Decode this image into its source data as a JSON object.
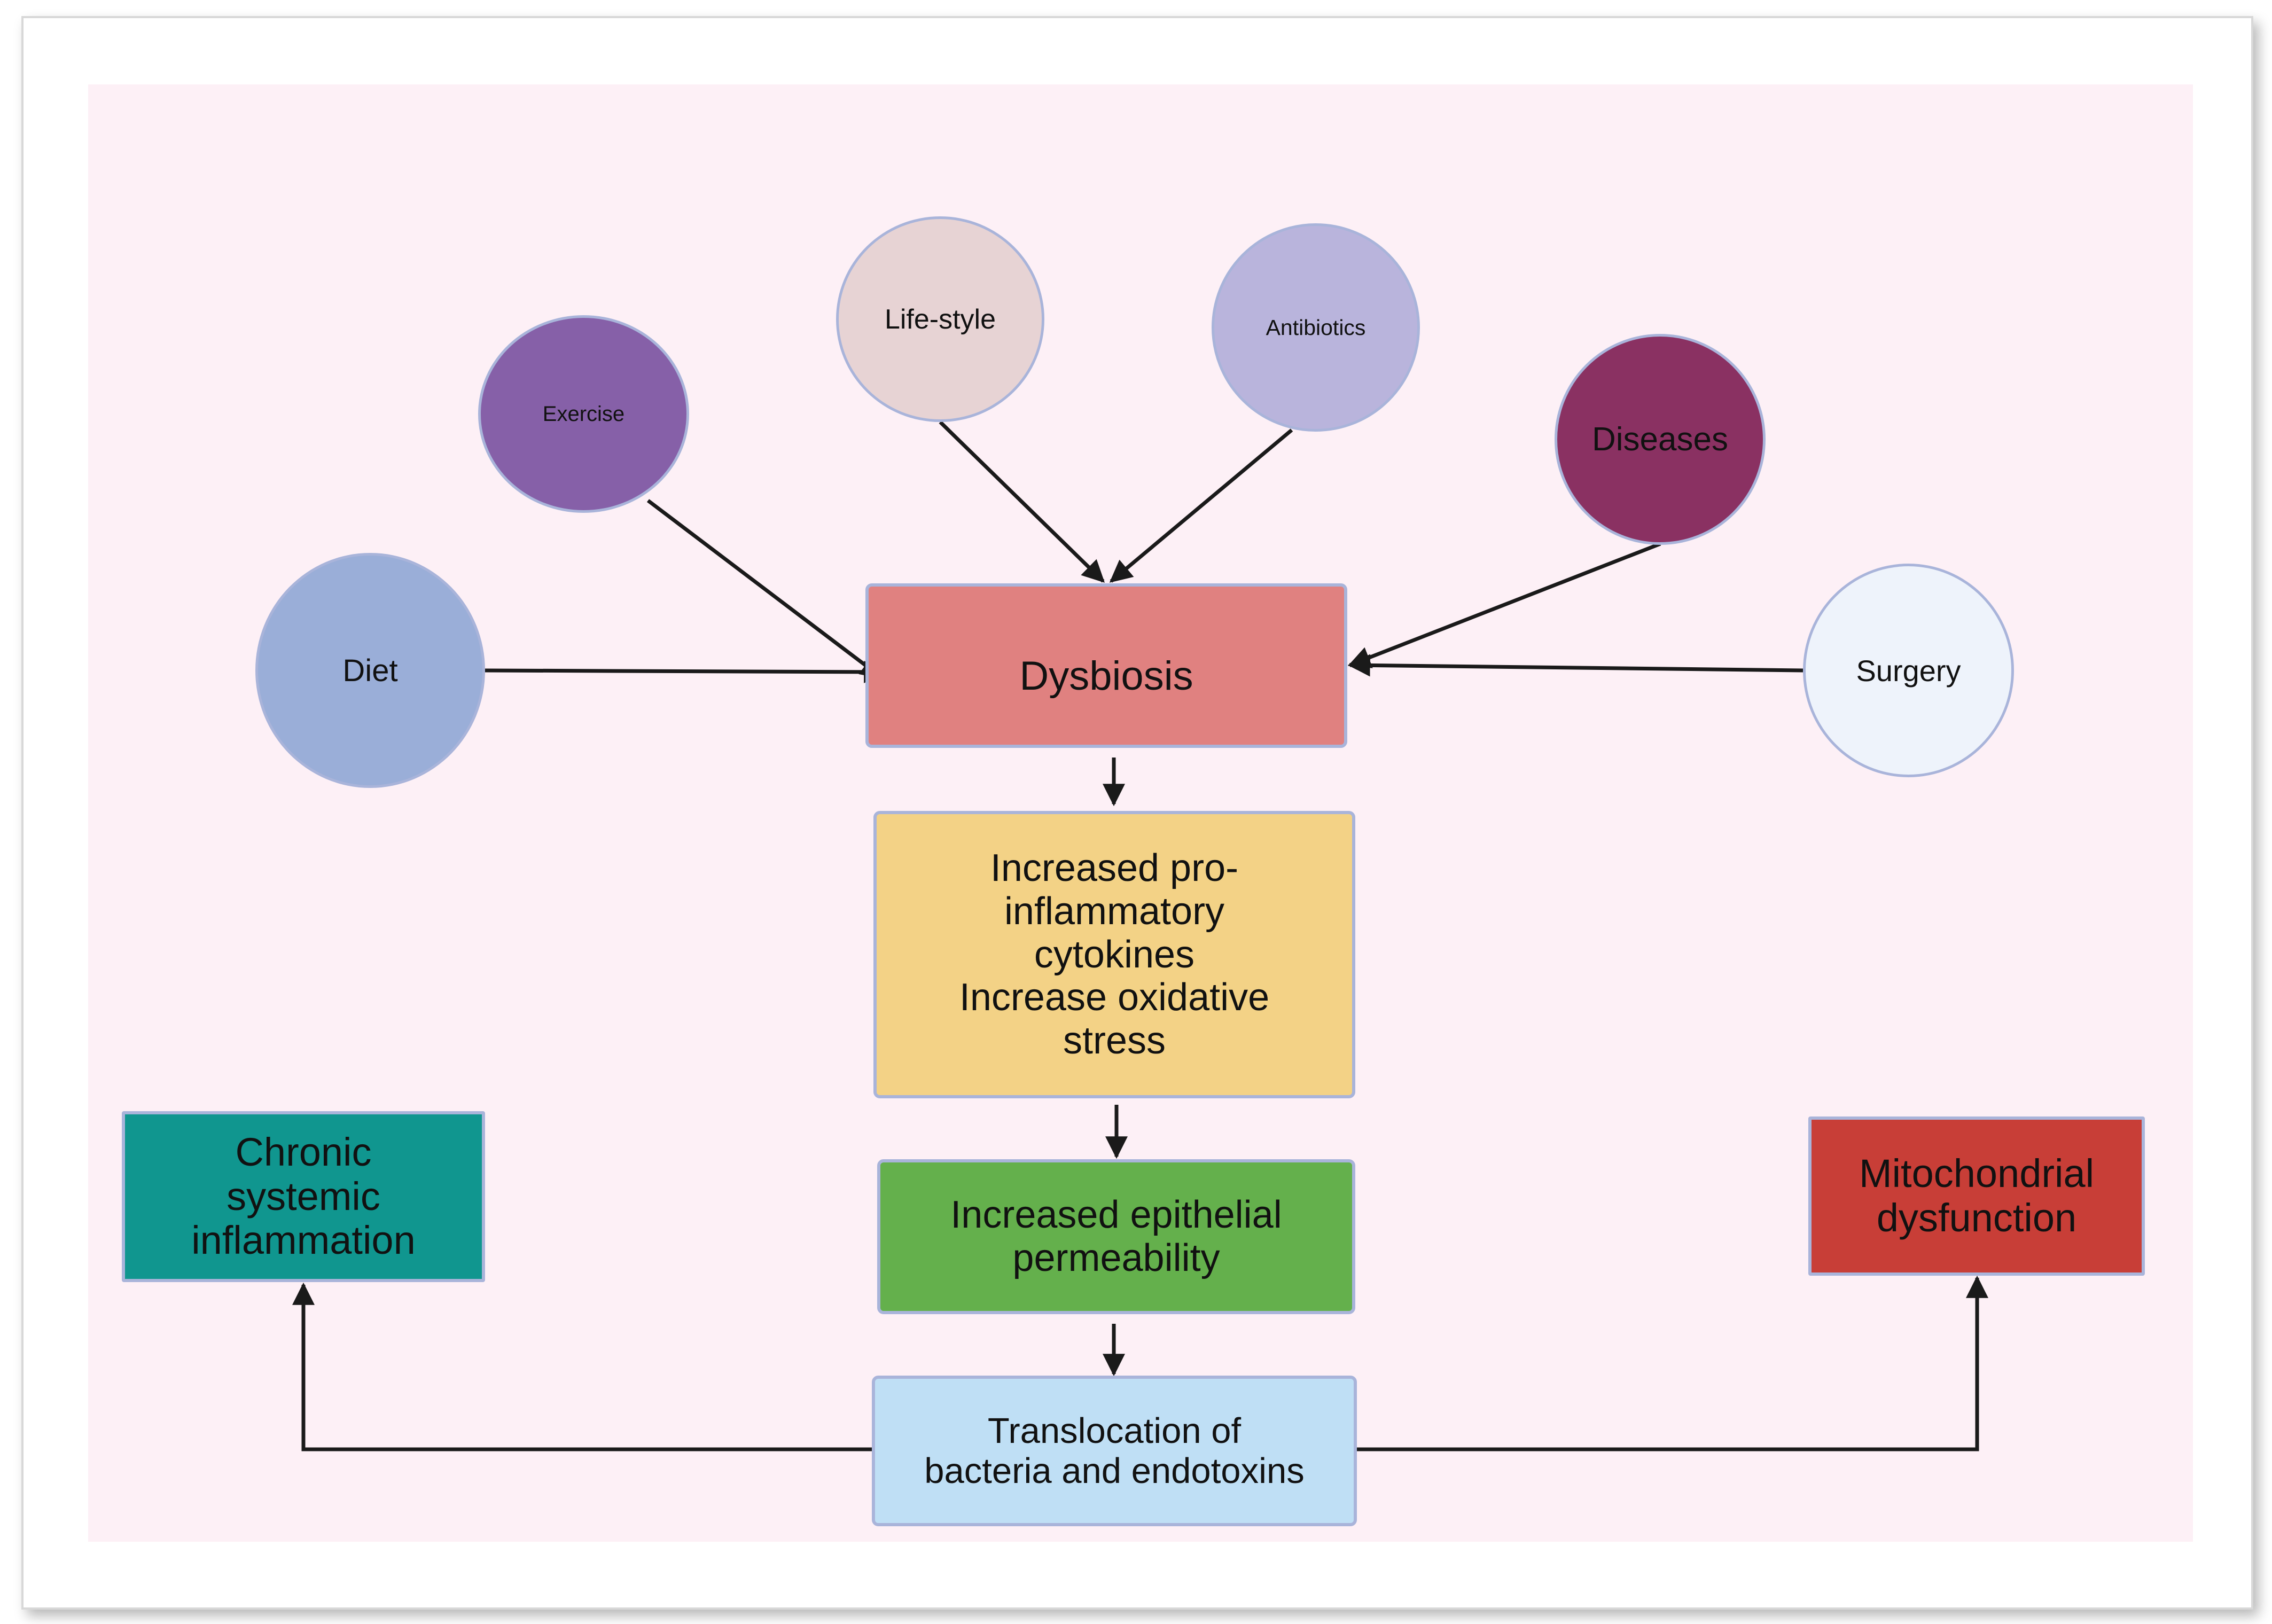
{
  "factors": {
    "diet": "Diet",
    "exercise": "Exercise",
    "lifestyle": "Life-style",
    "antibiotics": "Antibiotics",
    "diseases": "Diseases",
    "surgery": "Surgery"
  },
  "flow": {
    "dysbiosis": "Dysbiosis",
    "cytokines": "Increased pro-\ninflammatory\ncytokines\nIncrease oxidative\nstress",
    "permeability": "Increased epithelial\npermeability",
    "translocation": "Translocation of\nbacteria and endotoxins"
  },
  "outcomes": {
    "inflammation": "Chronic\nsystemic\ninflammation",
    "mitochondrial": "Mitochondrial\ndysfunction"
  },
  "colors": {
    "diet": "#9aaed8",
    "exercise": "#8660a8",
    "lifestyle": "#e7d3d4",
    "antibiotics": "#b9b4dc",
    "diseases": "#8a3162",
    "surgery": "#eef3fb",
    "dysbiosis": "#e08180",
    "cytokines": "#f3d286",
    "permeability": "#64b04c",
    "translocation": "#bfdff5",
    "inflammation": "#10968f",
    "mitochondrial": "#c83e37"
  }
}
